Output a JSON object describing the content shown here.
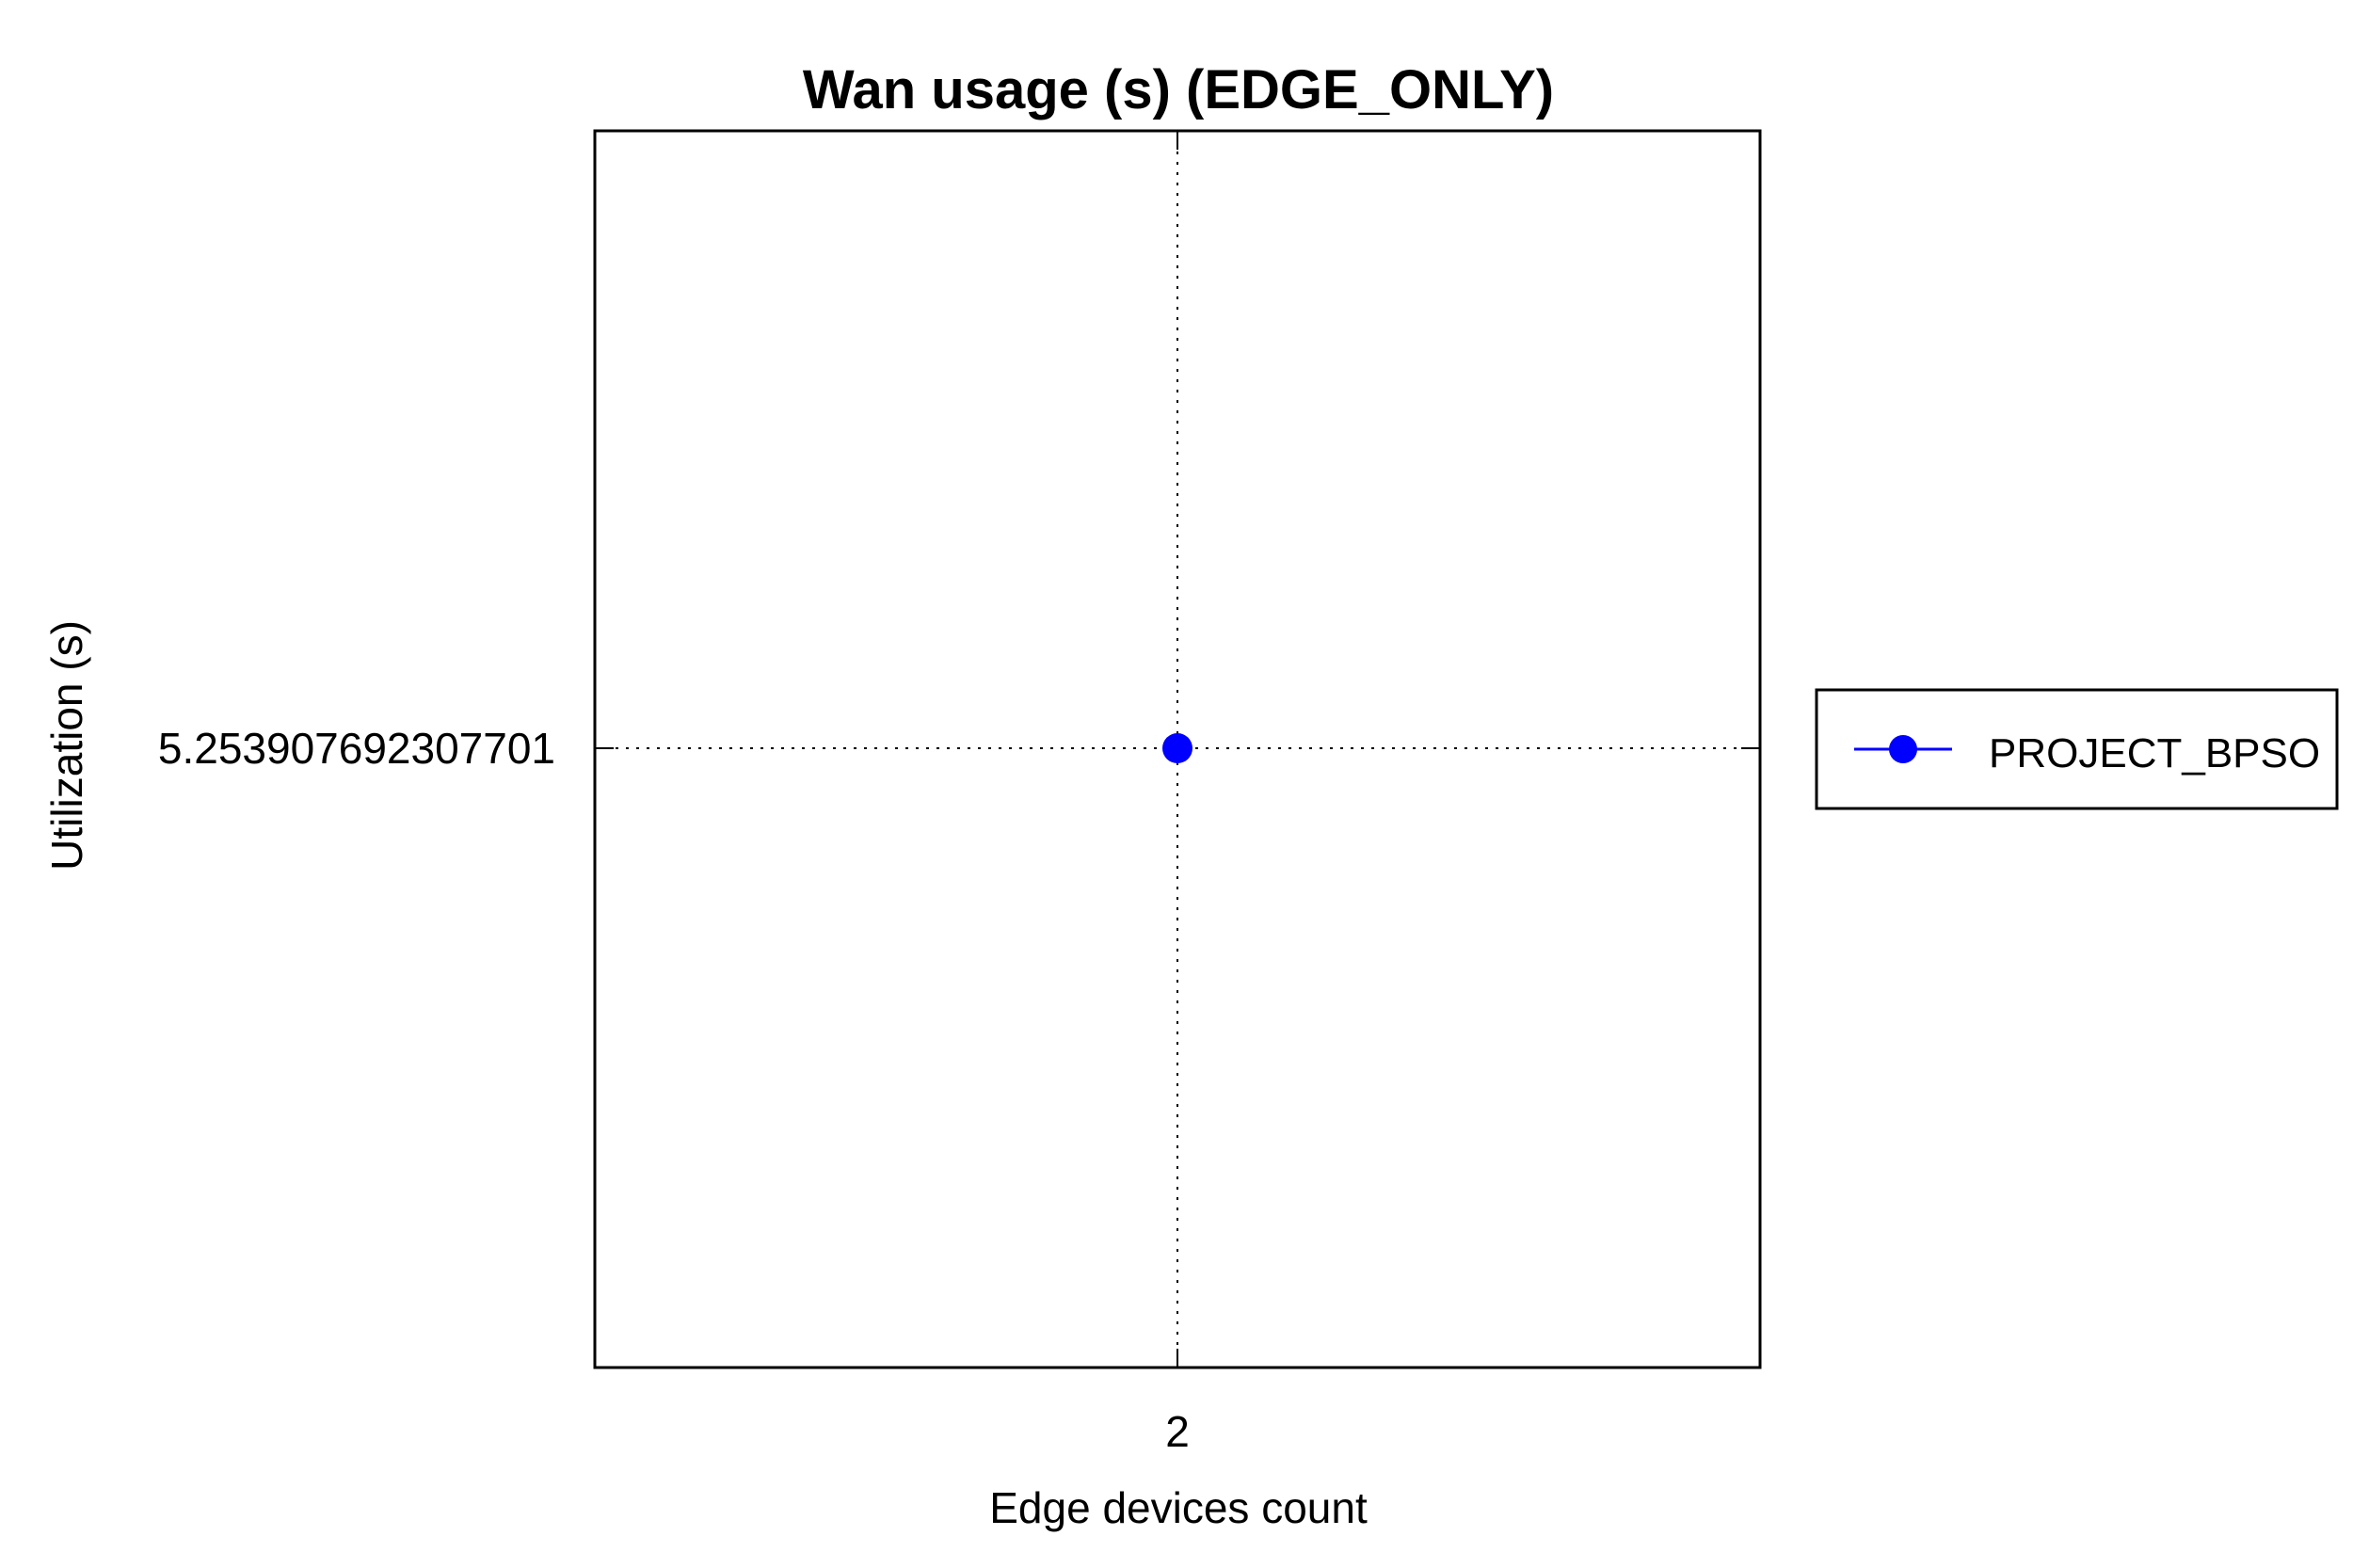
{
  "chart_data": {
    "type": "line",
    "title": "Wan usage (s) (EDGE_ONLY)",
    "xlabel": "Edge devices count",
    "ylabel": "Utilization (s)",
    "x_ticks": [
      "2"
    ],
    "y_ticks": [
      "5.253907692307701"
    ],
    "x": [
      2
    ],
    "series": [
      {
        "name": "PROJECT_BPSO",
        "values": [
          5.253907692307701
        ],
        "color": "#0000ff",
        "marker": "circle"
      }
    ],
    "grid": true,
    "grid_style": "dotted",
    "legend_position": "outside-right"
  }
}
